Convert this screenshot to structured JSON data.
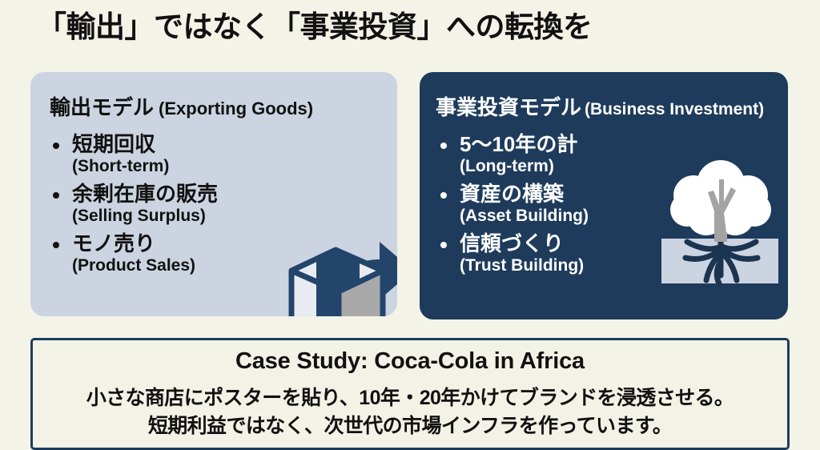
{
  "slide": {
    "title": "「輸出」ではなく「事業投資」への転換を",
    "background_color": "#f3f3e7"
  },
  "left_card": {
    "background_color": "#ccd4e1",
    "heading_jp": "輸出モデル",
    "heading_en": "(Exporting Goods)",
    "bullets": [
      {
        "jp": "短期回収",
        "en": "(Short-term)"
      },
      {
        "jp": "余剰在庫の販売",
        "en": "(Selling Surplus)"
      },
      {
        "jp": "モノ売り",
        "en": "(Product Sales)"
      }
    ],
    "icon": "shipping-box-with-outgoing-arrow"
  },
  "right_card": {
    "background_color": "#1e3b5c",
    "heading_jp": "事業投資モデル",
    "heading_en": "(Business Investment)",
    "bullets": [
      {
        "jp": "5〜10年の計",
        "en": "(Long-term)"
      },
      {
        "jp": "資産の構築",
        "en": "(Asset Building)"
      },
      {
        "jp": "信頼づくり",
        "en": "(Trust Building)"
      }
    ],
    "icon": "tree-with-roots"
  },
  "case_study": {
    "border_color": "#1e3b5c",
    "title": "Case Study: Coca-Cola in Africa",
    "line_1": "小さな商店にポスターを貼り、10年・20年かけてブランドを浸透させる。",
    "line_2": "短期利益ではなく、次世代の市場インフラを作っています。"
  }
}
